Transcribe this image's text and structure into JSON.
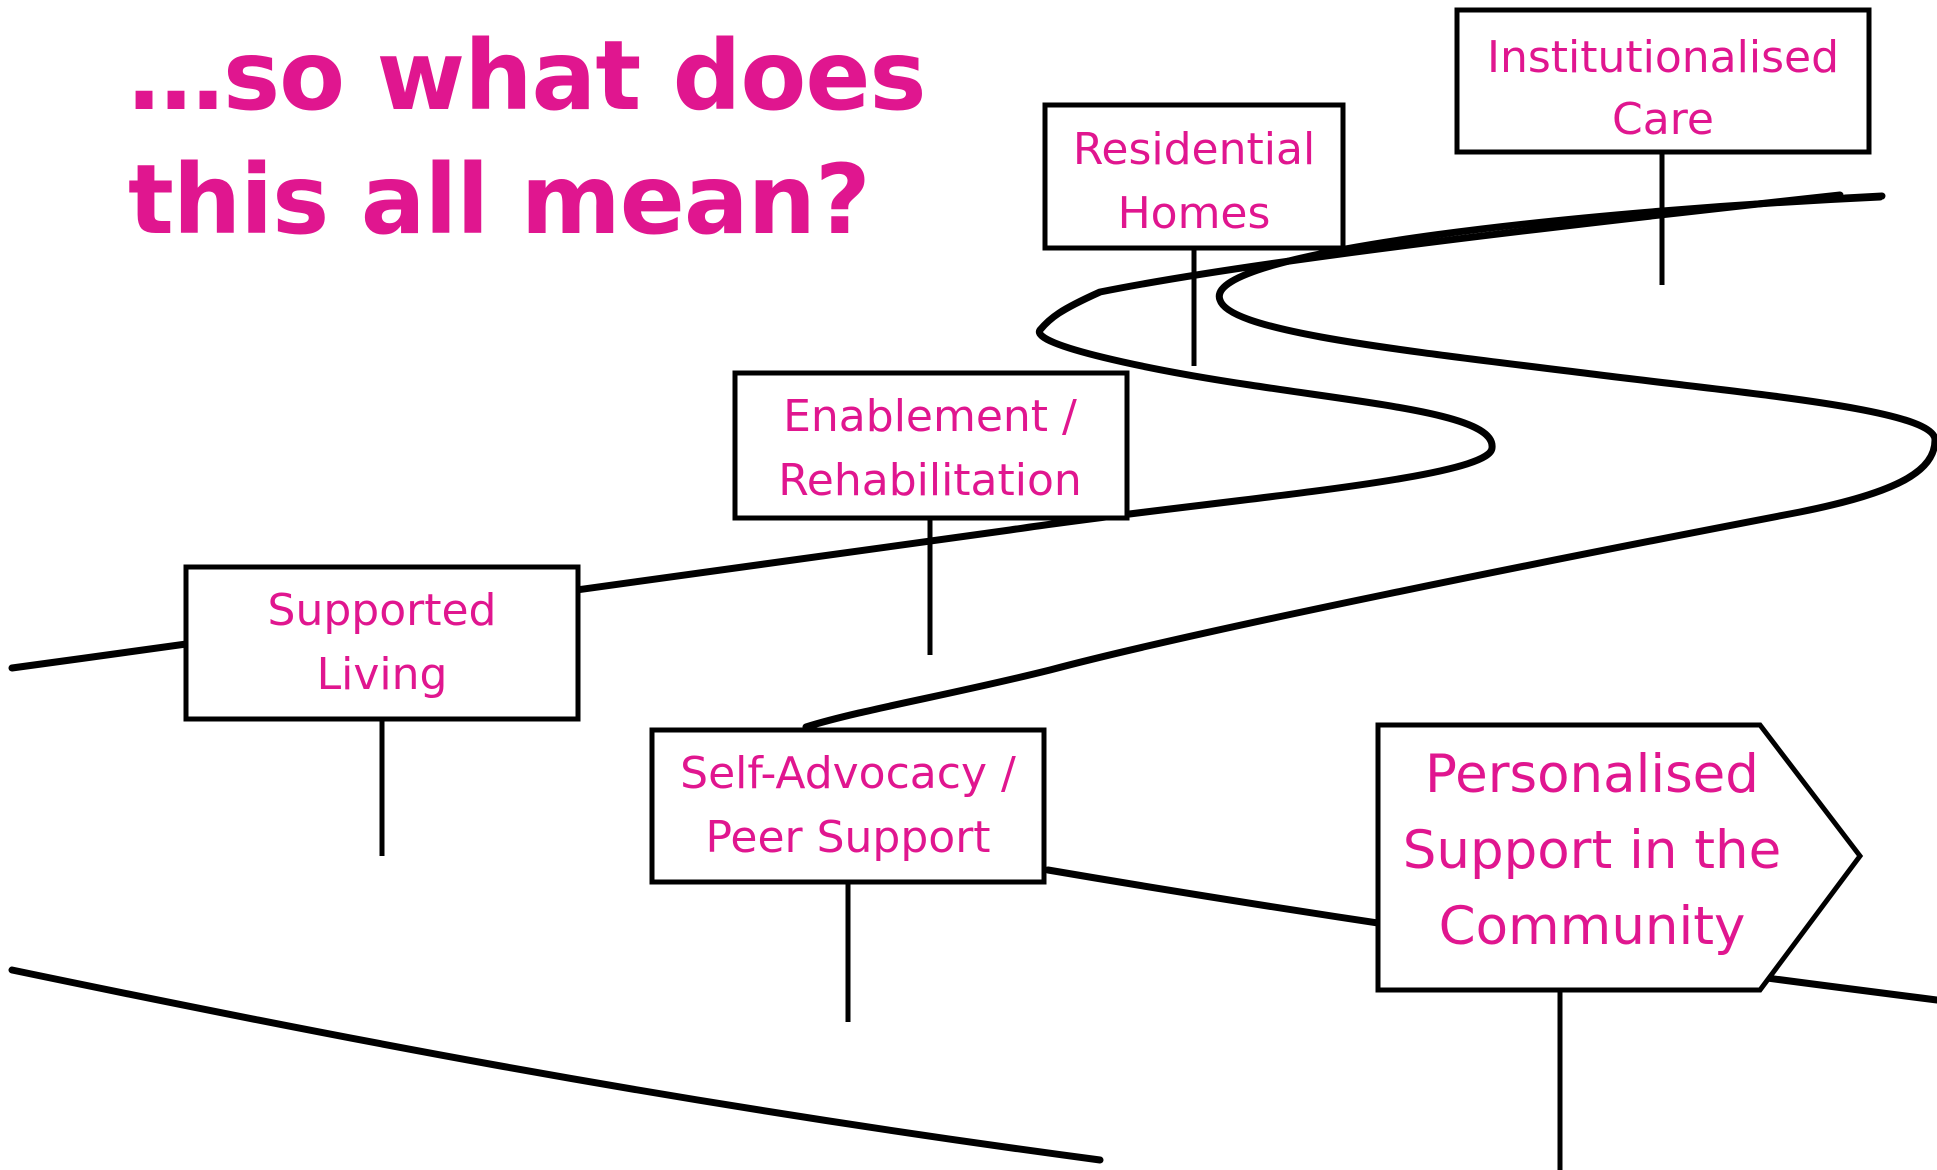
{
  "title": {
    "line1": "…so what does",
    "line2": "this all mean?"
  },
  "signs": {
    "institutional": {
      "line1": "Institutionalised",
      "line2": "Care"
    },
    "residential": {
      "line1": "Residential",
      "line2": "Homes"
    },
    "enablement": {
      "line1": "Enablement /",
      "line2": "Rehabilitation"
    },
    "supported": {
      "line1": "Supported",
      "line2": "Living"
    },
    "selfadvocacy": {
      "line1": "Self-Advocacy /",
      "line2": "Peer Support"
    },
    "personalised": {
      "line1": "Personalised",
      "line2": "Support in the",
      "line3": "Community"
    }
  },
  "colors": {
    "text_accent": "#e0168f",
    "line": "#000000",
    "background": "#ffffff"
  }
}
